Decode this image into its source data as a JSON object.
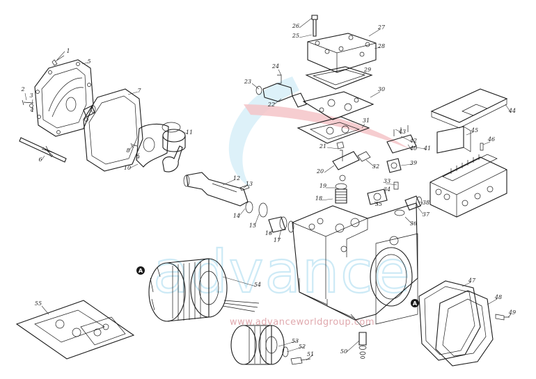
{
  "colors": {
    "watermark_blue": "#bfe6f5",
    "watermark_red": "#f2b8bd",
    "line": "#1a1a1a",
    "marker_fill": "#1a1a1a"
  },
  "watermark": {
    "logo_text": "advance",
    "url_text": "www.advanceworldgroup.com"
  },
  "markers": {
    "a1": "A",
    "a2": "A"
  },
  "callouts": [
    "1",
    "2",
    "3",
    "4",
    "5",
    "6",
    "7",
    "8",
    "9",
    "10",
    "11",
    "12",
    "13",
    "14",
    "15",
    "16",
    "17",
    "18",
    "19",
    "20",
    "21",
    "22",
    "23",
    "24",
    "25",
    "26",
    "27",
    "28",
    "29",
    "30",
    "31",
    "32",
    "33",
    "34",
    "35",
    "36",
    "37",
    "38",
    "39",
    "40",
    "41",
    "42",
    "43",
    "44",
    "45",
    "46",
    "47",
    "48",
    "49",
    "50",
    "51",
    "52",
    "53",
    "54",
    "55"
  ]
}
